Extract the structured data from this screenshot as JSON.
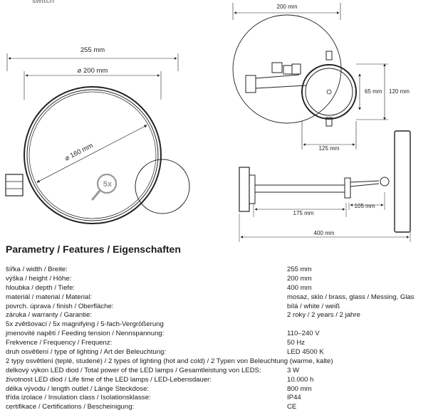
{
  "drawing": {
    "top_word": "switch",
    "dims": {
      "width_255": "255 mm",
      "diam_200": "⌀ 200 mm",
      "diam_160": "⌀ 160 mm",
      "badge_5x": "5x",
      "top_200": "200 mm",
      "h_65": "65 mm",
      "h_120": "120 mm",
      "w_125": "125 mm",
      "d_175": "175 mm",
      "d_105": "105 mm",
      "d_400": "400 mm"
    }
  },
  "features": {
    "title": "Parametry / Features / Eigenschaften",
    "rows": [
      {
        "label": "šířka / width / Breite:",
        "value": "255 mm"
      },
      {
        "label": "výška / height / Höhe:",
        "value": "200 mm"
      },
      {
        "label": "hloubka / depth / Tiefe:",
        "value": "400 mm"
      },
      {
        "label": "materiál / material / Material:",
        "value": "mosaz, sklo / brass, glass / Messing, Glas"
      },
      {
        "label": "povrch. úprava / finish / Oberfläche:",
        "value": "bílá / white / weiß"
      },
      {
        "label": "záruka / warranty / Garantie:",
        "value": "2 roky / 2 years / 2 jahre"
      },
      {
        "label": "5x zvětšovací / 5x magnifying / 5-fach-Vergrößerung",
        "value": ""
      },
      {
        "label": "jmenovité napětí / Feeding tension / Nennspannung:",
        "value": "110–240 V"
      },
      {
        "label": "Frekvence / Frequency / Frequenz:",
        "value": "50 Hz"
      },
      {
        "label": "druh osvětlení / type of lighting / Art der Beleuchtung:",
        "value": "LED 4500 K"
      },
      {
        "label": "2 typy osvětlení (teplé, studené) / 2 types of lighting (hot and cold) / 2 Typen von Beleuchtung (warme, kalte)",
        "value": ""
      },
      {
        "label": "delkový výkon LED diod / Total power of the LED lamps / Gesamtleistung von LEDS:",
        "value": "3 W"
      },
      {
        "label": "životnost LED diod / Life time of the LED lamps / LED-Lebensdauer:",
        "value": "10.000 h"
      },
      {
        "label": "délka vývodu / length outlet / Länge Steckdose:",
        "value": "800 mm"
      },
      {
        "label": "třída izolace / Insulation class / Isolationsklasse:",
        "value": "IP44"
      },
      {
        "label": "certifikace / Certifications / Bescheinigung:",
        "value": "CE"
      }
    ]
  }
}
